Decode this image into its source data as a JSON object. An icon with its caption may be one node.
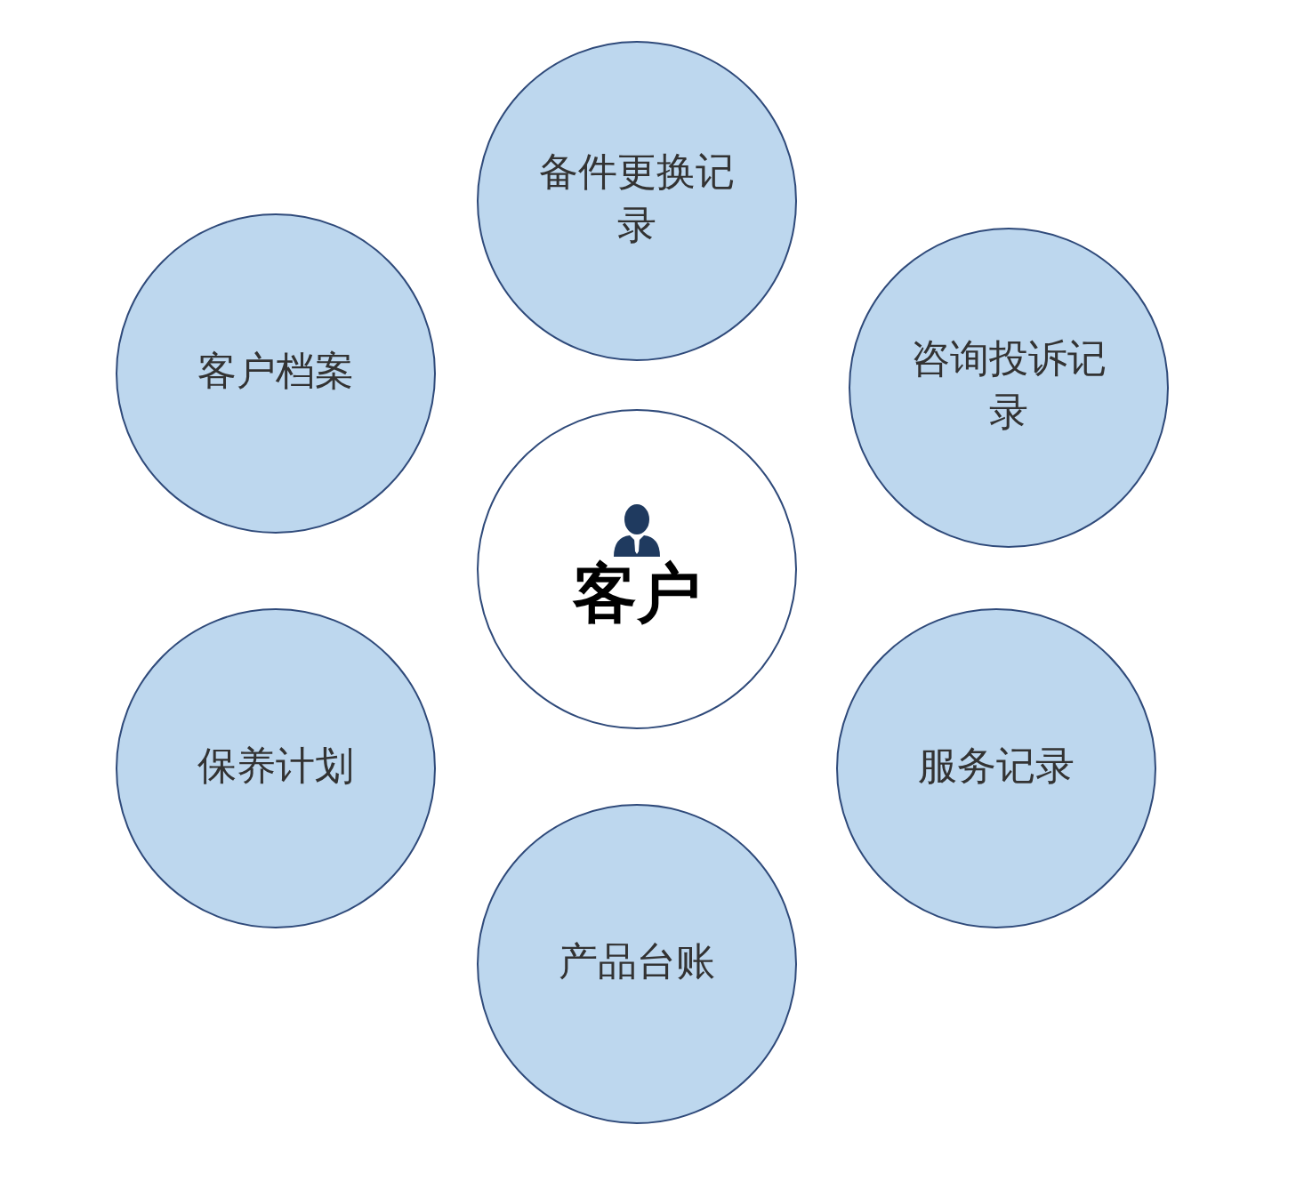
{
  "diagram": {
    "nodes": [
      {
        "text": [
          "备件更换记录"
        ]
      },
      {
        "text": [
          "客户档案"
        ]
      },
      {
        "text": [
          "咨询投诉记录"
        ]
      },
      {
        "text": [
          "客户"
        ]
      },
      {
        "text": [
          "保养计划"
        ]
      },
      {
        "text": [
          "服务记录"
        ]
      },
      {
        "text": [
          "产品台账"
        ]
      }
    ]
  }
}
